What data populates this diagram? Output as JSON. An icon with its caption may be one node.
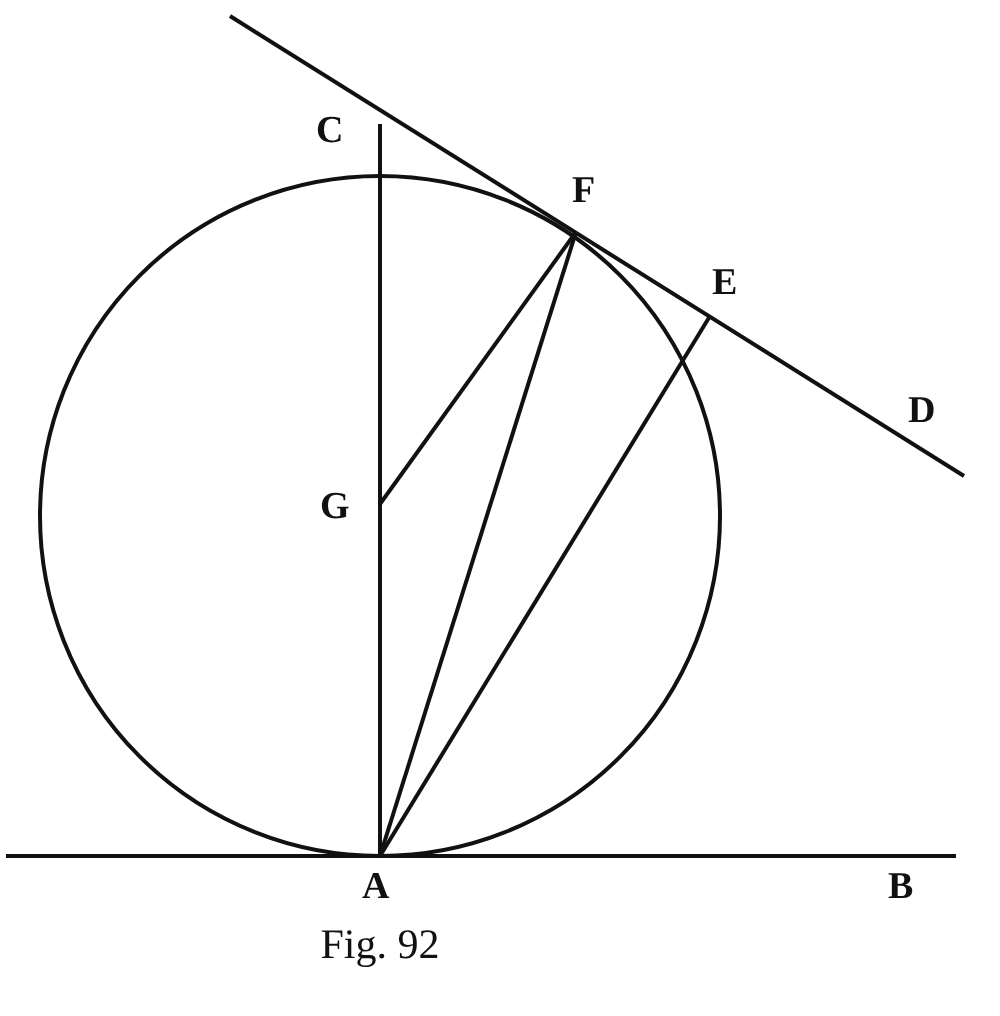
{
  "diagram": {
    "caption": "Fig. 92",
    "labels": [
      "C",
      "F",
      "E",
      "D",
      "G",
      "A",
      "B"
    ]
  }
}
